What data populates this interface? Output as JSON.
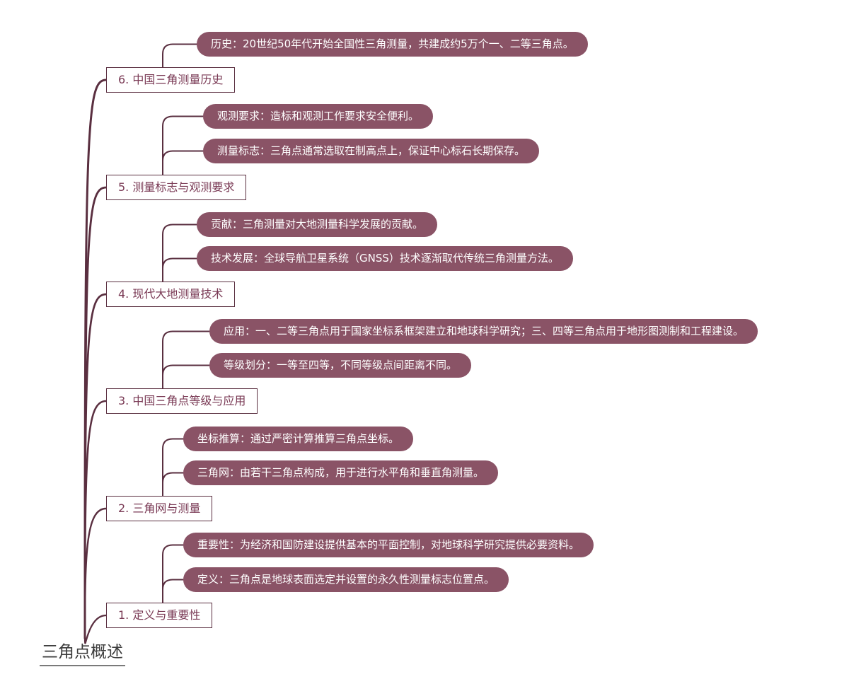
{
  "root": {
    "label": "三角点概述"
  },
  "sections": [
    {
      "label": "6. 中国三角测量历史",
      "items": [
        {
          "label": "历史：20世纪50年代开始全国性三角测量，共建成约5万个一、二等三角点。"
        }
      ]
    },
    {
      "label": "5. 测量标志与观测要求",
      "items": [
        {
          "label": "观测要求：造标和观测工作要求安全便利。"
        },
        {
          "label": "测量标志：三角点通常选取在制高点上，保证中心标石长期保存。"
        }
      ]
    },
    {
      "label": "4. 现代大地测量技术",
      "items": [
        {
          "label": "贡献：三角测量对大地测量科学发展的贡献。"
        },
        {
          "label": "技术发展：全球导航卫星系统（GNSS）技术逐渐取代传统三角测量方法。"
        }
      ]
    },
    {
      "label": "3. 中国三角点等级与应用",
      "items": [
        {
          "label": "应用：一、二等三角点用于国家坐标系框架建立和地球科学研究；三、四等三角点用于地形图测制和工程建设。"
        },
        {
          "label": "等级划分：一等至四等，不同等级点间距离不同。"
        }
      ]
    },
    {
      "label": "2. 三角网与测量",
      "items": [
        {
          "label": "坐标推算：通过严密计算推算三角点坐标。"
        },
        {
          "label": "三角网：由若干三角点构成，用于进行水平角和垂直角测量。"
        }
      ]
    },
    {
      "label": "1. 定义与重要性",
      "items": [
        {
          "label": "重要性：为经济和国防建设提供基本的平面控制，对地球科学研究提供必要资料。"
        },
        {
          "label": "定义：三角点是地球表面选定并设置的永久性测量标志位置点。"
        }
      ]
    }
  ],
  "colors": {
    "connector": "#5a2f40",
    "section_border": "#5a2f40",
    "section_text": "#7a3a55",
    "leaf_fill": "#8a5366",
    "leaf_text": "#ffffff",
    "root_text": "#3d3d3d"
  }
}
